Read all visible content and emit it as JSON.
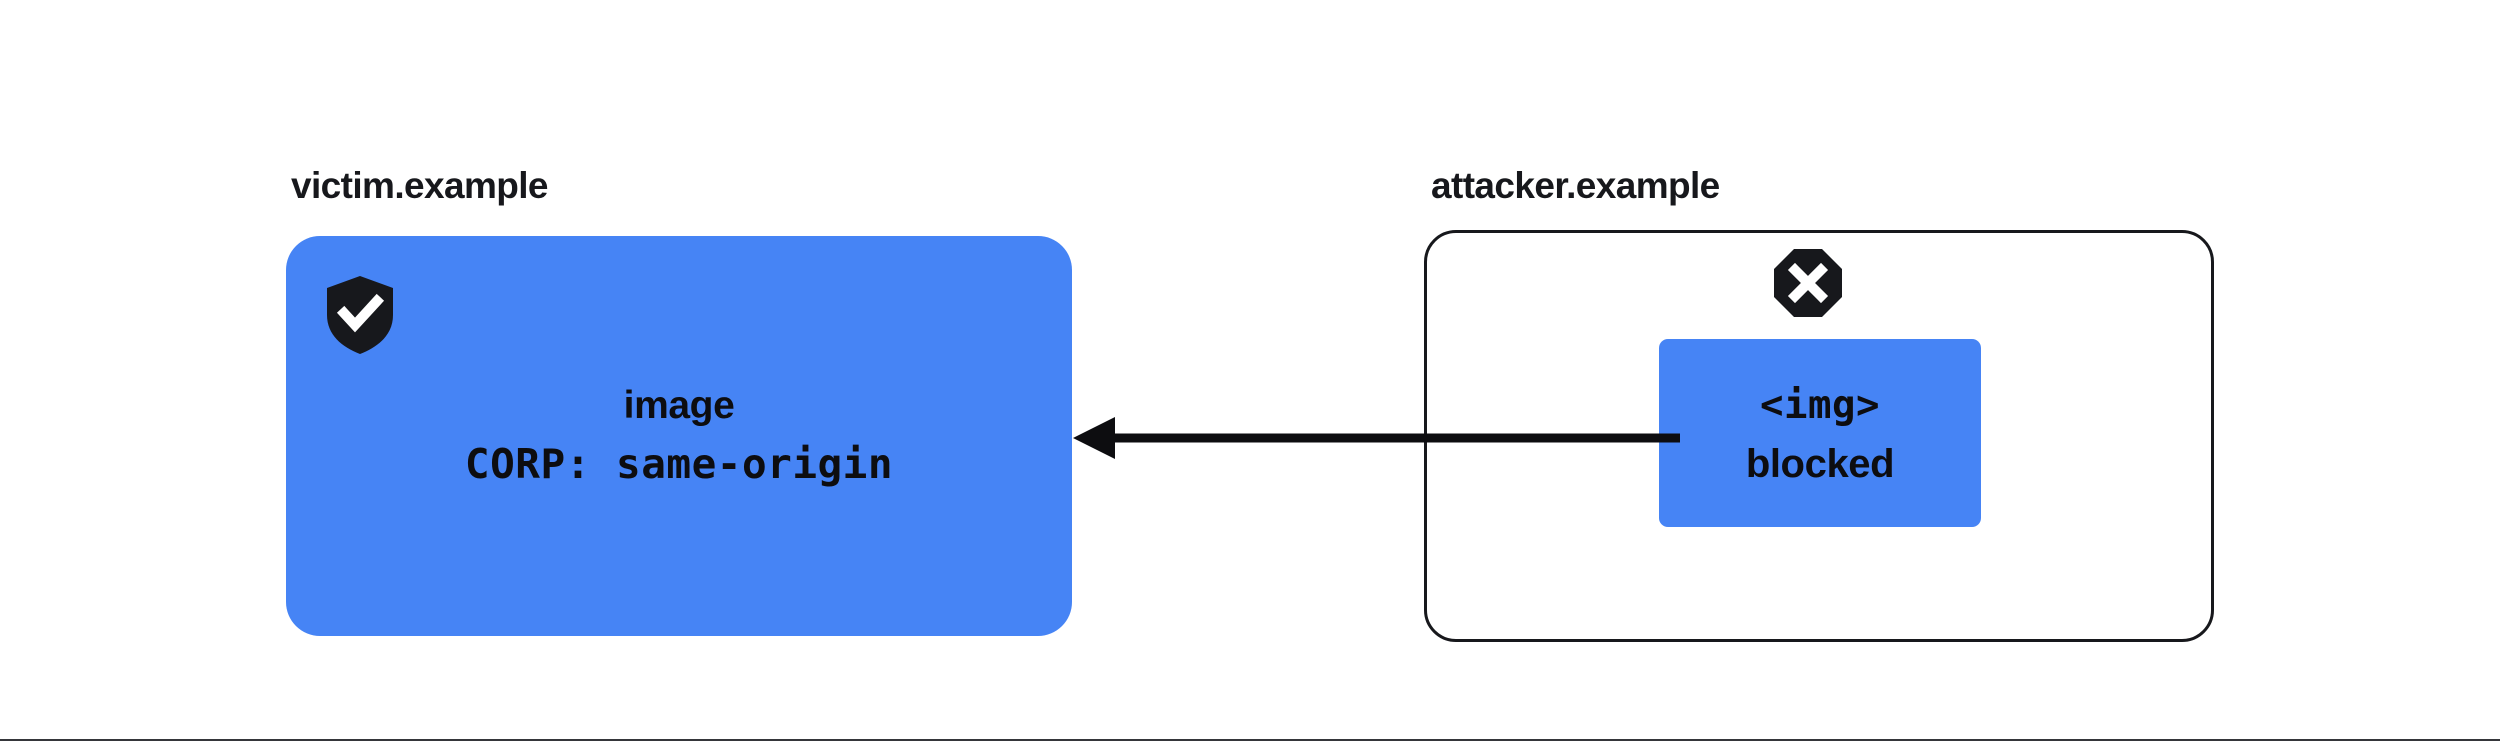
{
  "diagram": {
    "type": "security-flow",
    "colors": {
      "resource_blue": "#4684f5",
      "ink": "#17181c",
      "frame_border": "#17181c",
      "page_background": "#ffffff",
      "rule": "#35363a"
    },
    "victim": {
      "label": "victim.example",
      "badge_icon": "shield-check-icon",
      "card": {
        "resource_line": "image",
        "header_line": "CORP: same-origin"
      }
    },
    "attacker": {
      "label": "attacker.example",
      "badge_icon": "octagon-x-icon",
      "embed": {
        "tag_line": "<img>",
        "status_line": "blocked"
      }
    },
    "arrow": {
      "name": "blocked-request-arrow",
      "direction": "right-to-left",
      "from": "attacker.example <img>",
      "to": "victim.example image"
    },
    "bottom_rule": ""
  }
}
